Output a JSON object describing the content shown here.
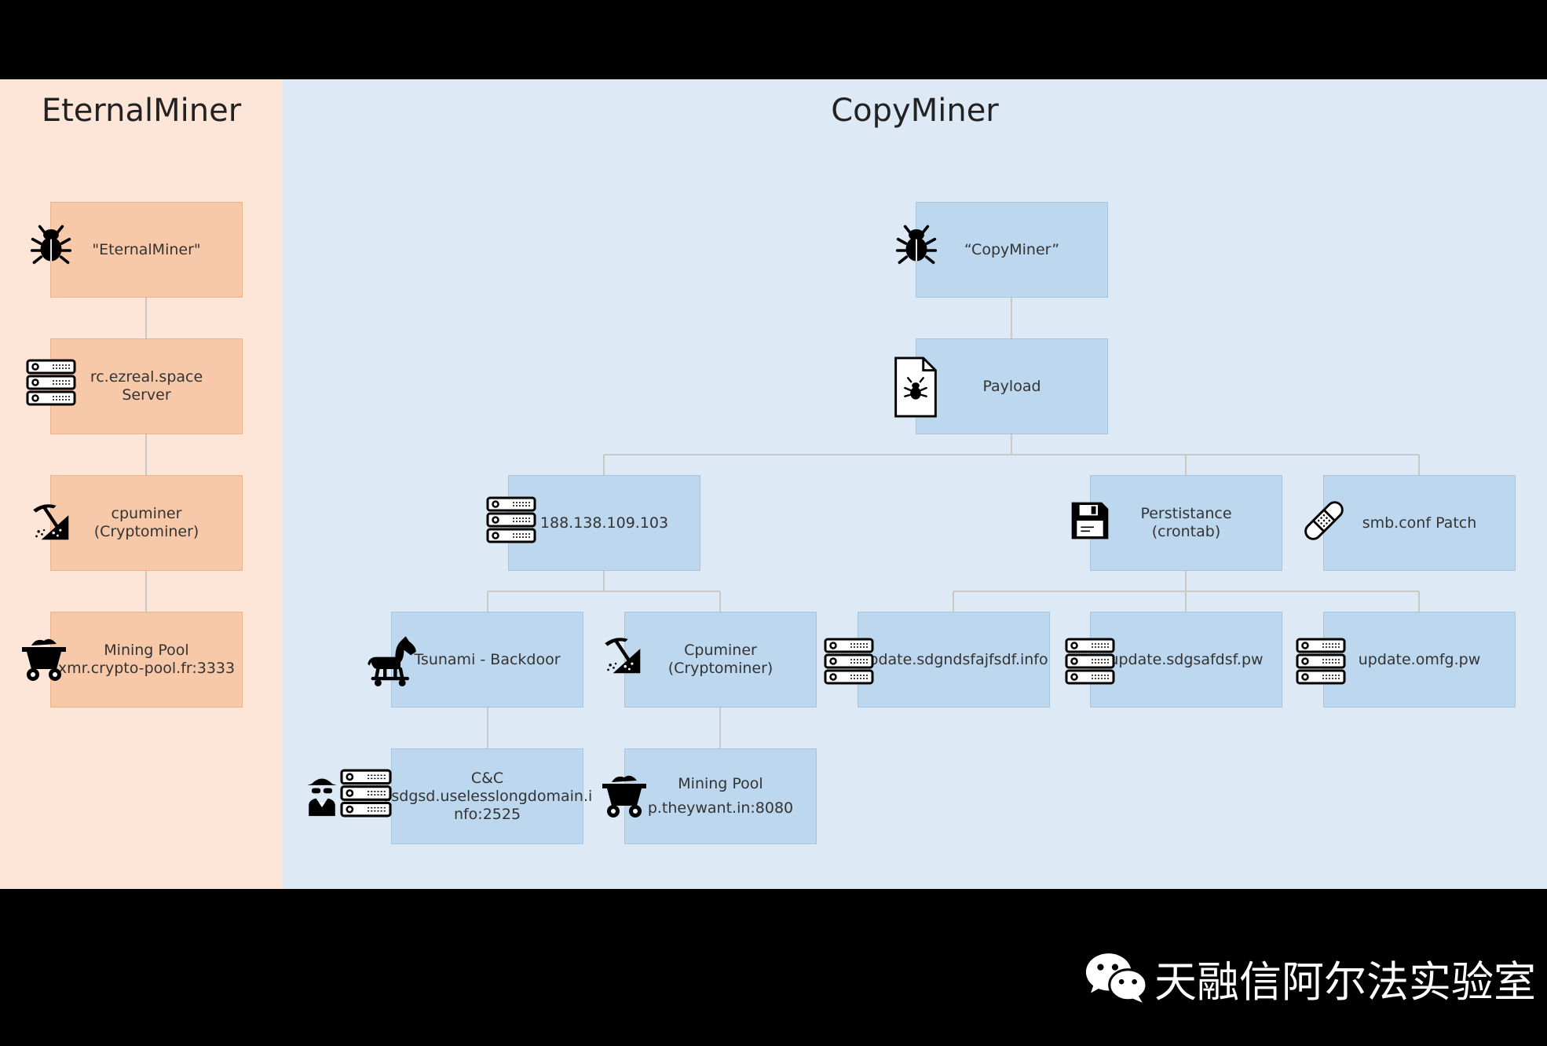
{
  "eternal": {
    "title": "EternalMiner",
    "malware": "\"EternalMiner\"",
    "server_line1": "rc.ezreal.space",
    "server_line2": "Server",
    "miner_line1": "cpuminer",
    "miner_line2": "(Cryptominer)",
    "pool_line1": "Mining Pool",
    "pool_line2": "xmr.crypto-pool.fr:3333"
  },
  "copy": {
    "title": "CopyMiner",
    "malware": "“CopyMiner”",
    "payload": "Payload",
    "ip": "188.138.109.103",
    "persistence_line1": "Perstistance",
    "persistence_line2": "(crontab)",
    "smb_patch": "smb.conf Patch",
    "backdoor": "Tsunami - Backdoor",
    "miner_line1": "Cpuminer",
    "miner_line2": "(Cryptominer)",
    "update1": "update.sdgndsfajfsdf.info",
    "update2": "update.sdgsafdsf.pw",
    "update3": "update.omfg.pw",
    "cnc_line1": "C&C",
    "cnc_line2": "asdgsd.uselesslongdomain.i",
    "cnc_line3": "nfo:2525",
    "pool_line1": "Mining Pool",
    "pool_line2": "p.theywant.in:8080"
  },
  "watermark": {
    "text": "天融信阿尔法实验室",
    "icon": "wechat-icon"
  },
  "colors": {
    "left_bg": "#fde5d7",
    "right_bg": "#dde9f5",
    "orange_box": "#f8c9a8",
    "blue_box": "#bdd7ee",
    "connector": "#c8c8c8"
  }
}
